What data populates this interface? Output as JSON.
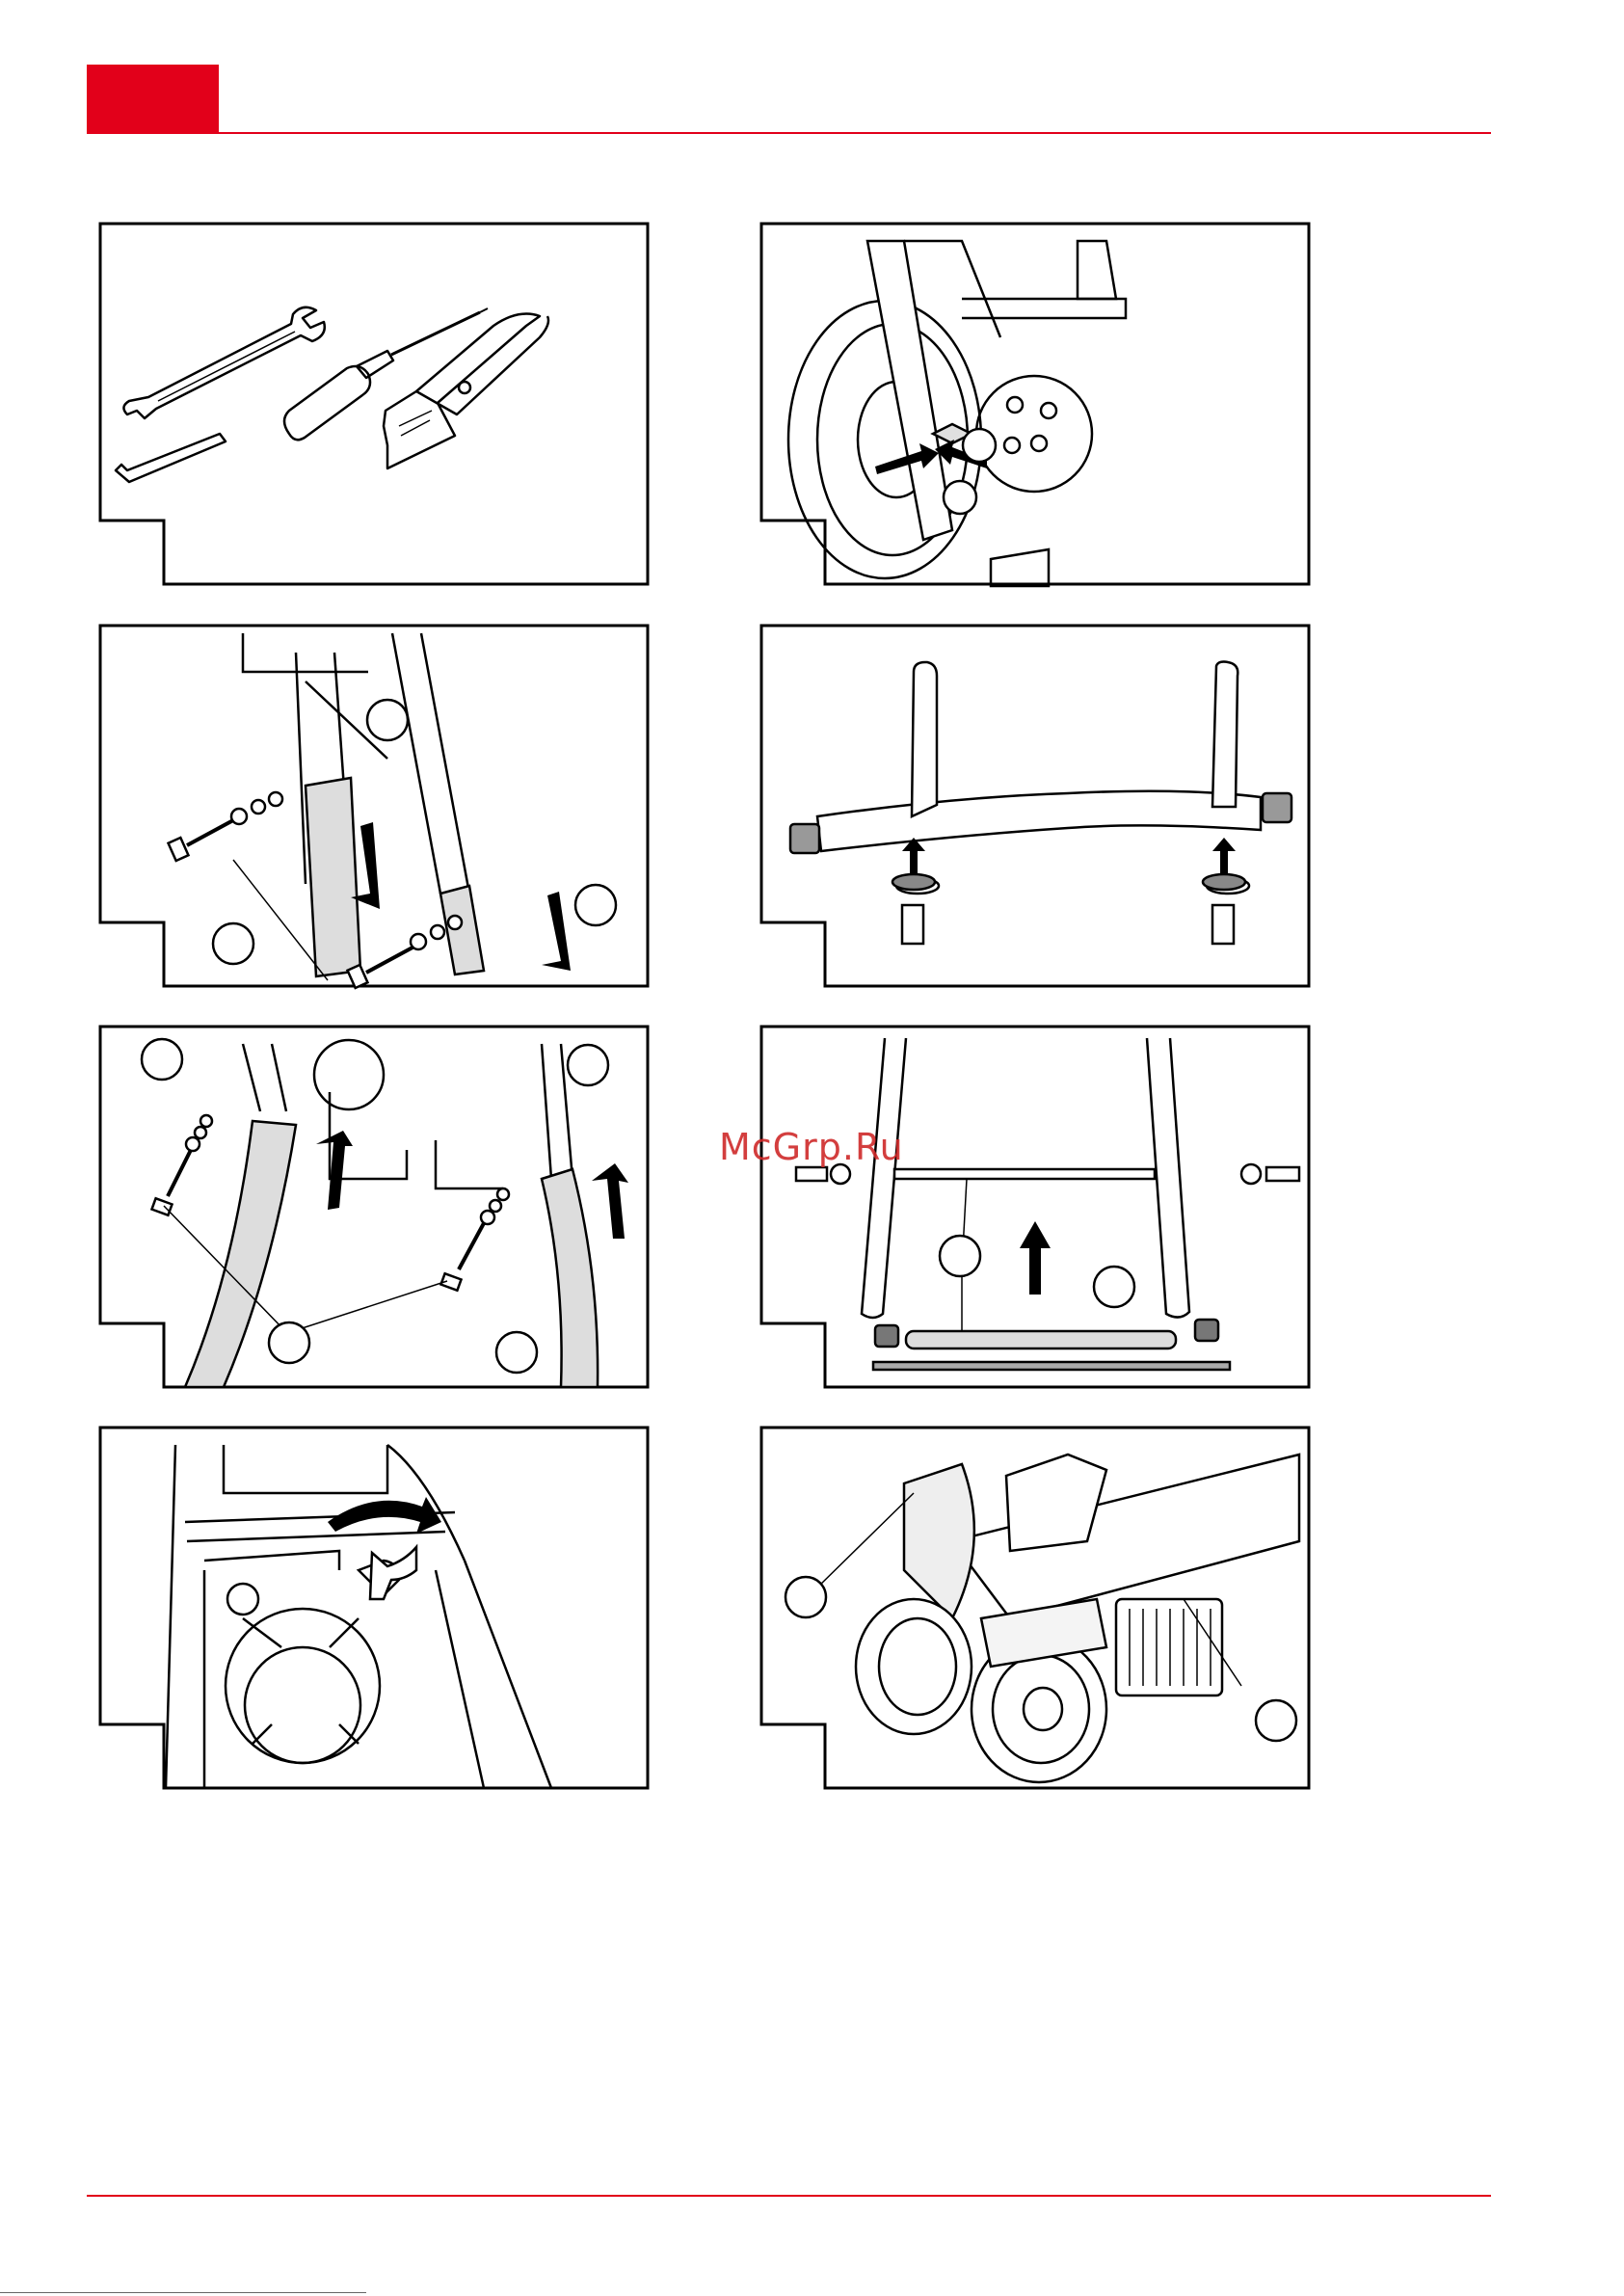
{
  "page": {
    "watermark": "McGrp.Ru",
    "accent_color": "#e2001a"
  },
  "figures": [
    {
      "id": "tools"
    },
    {
      "id": "wheel-pin"
    },
    {
      "id": "legs-bolts-1"
    },
    {
      "id": "crossbar-feet"
    },
    {
      "id": "legs-bolts-2"
    },
    {
      "id": "tube-rod"
    },
    {
      "id": "lever-knob"
    },
    {
      "id": "splitter-assembled"
    }
  ]
}
